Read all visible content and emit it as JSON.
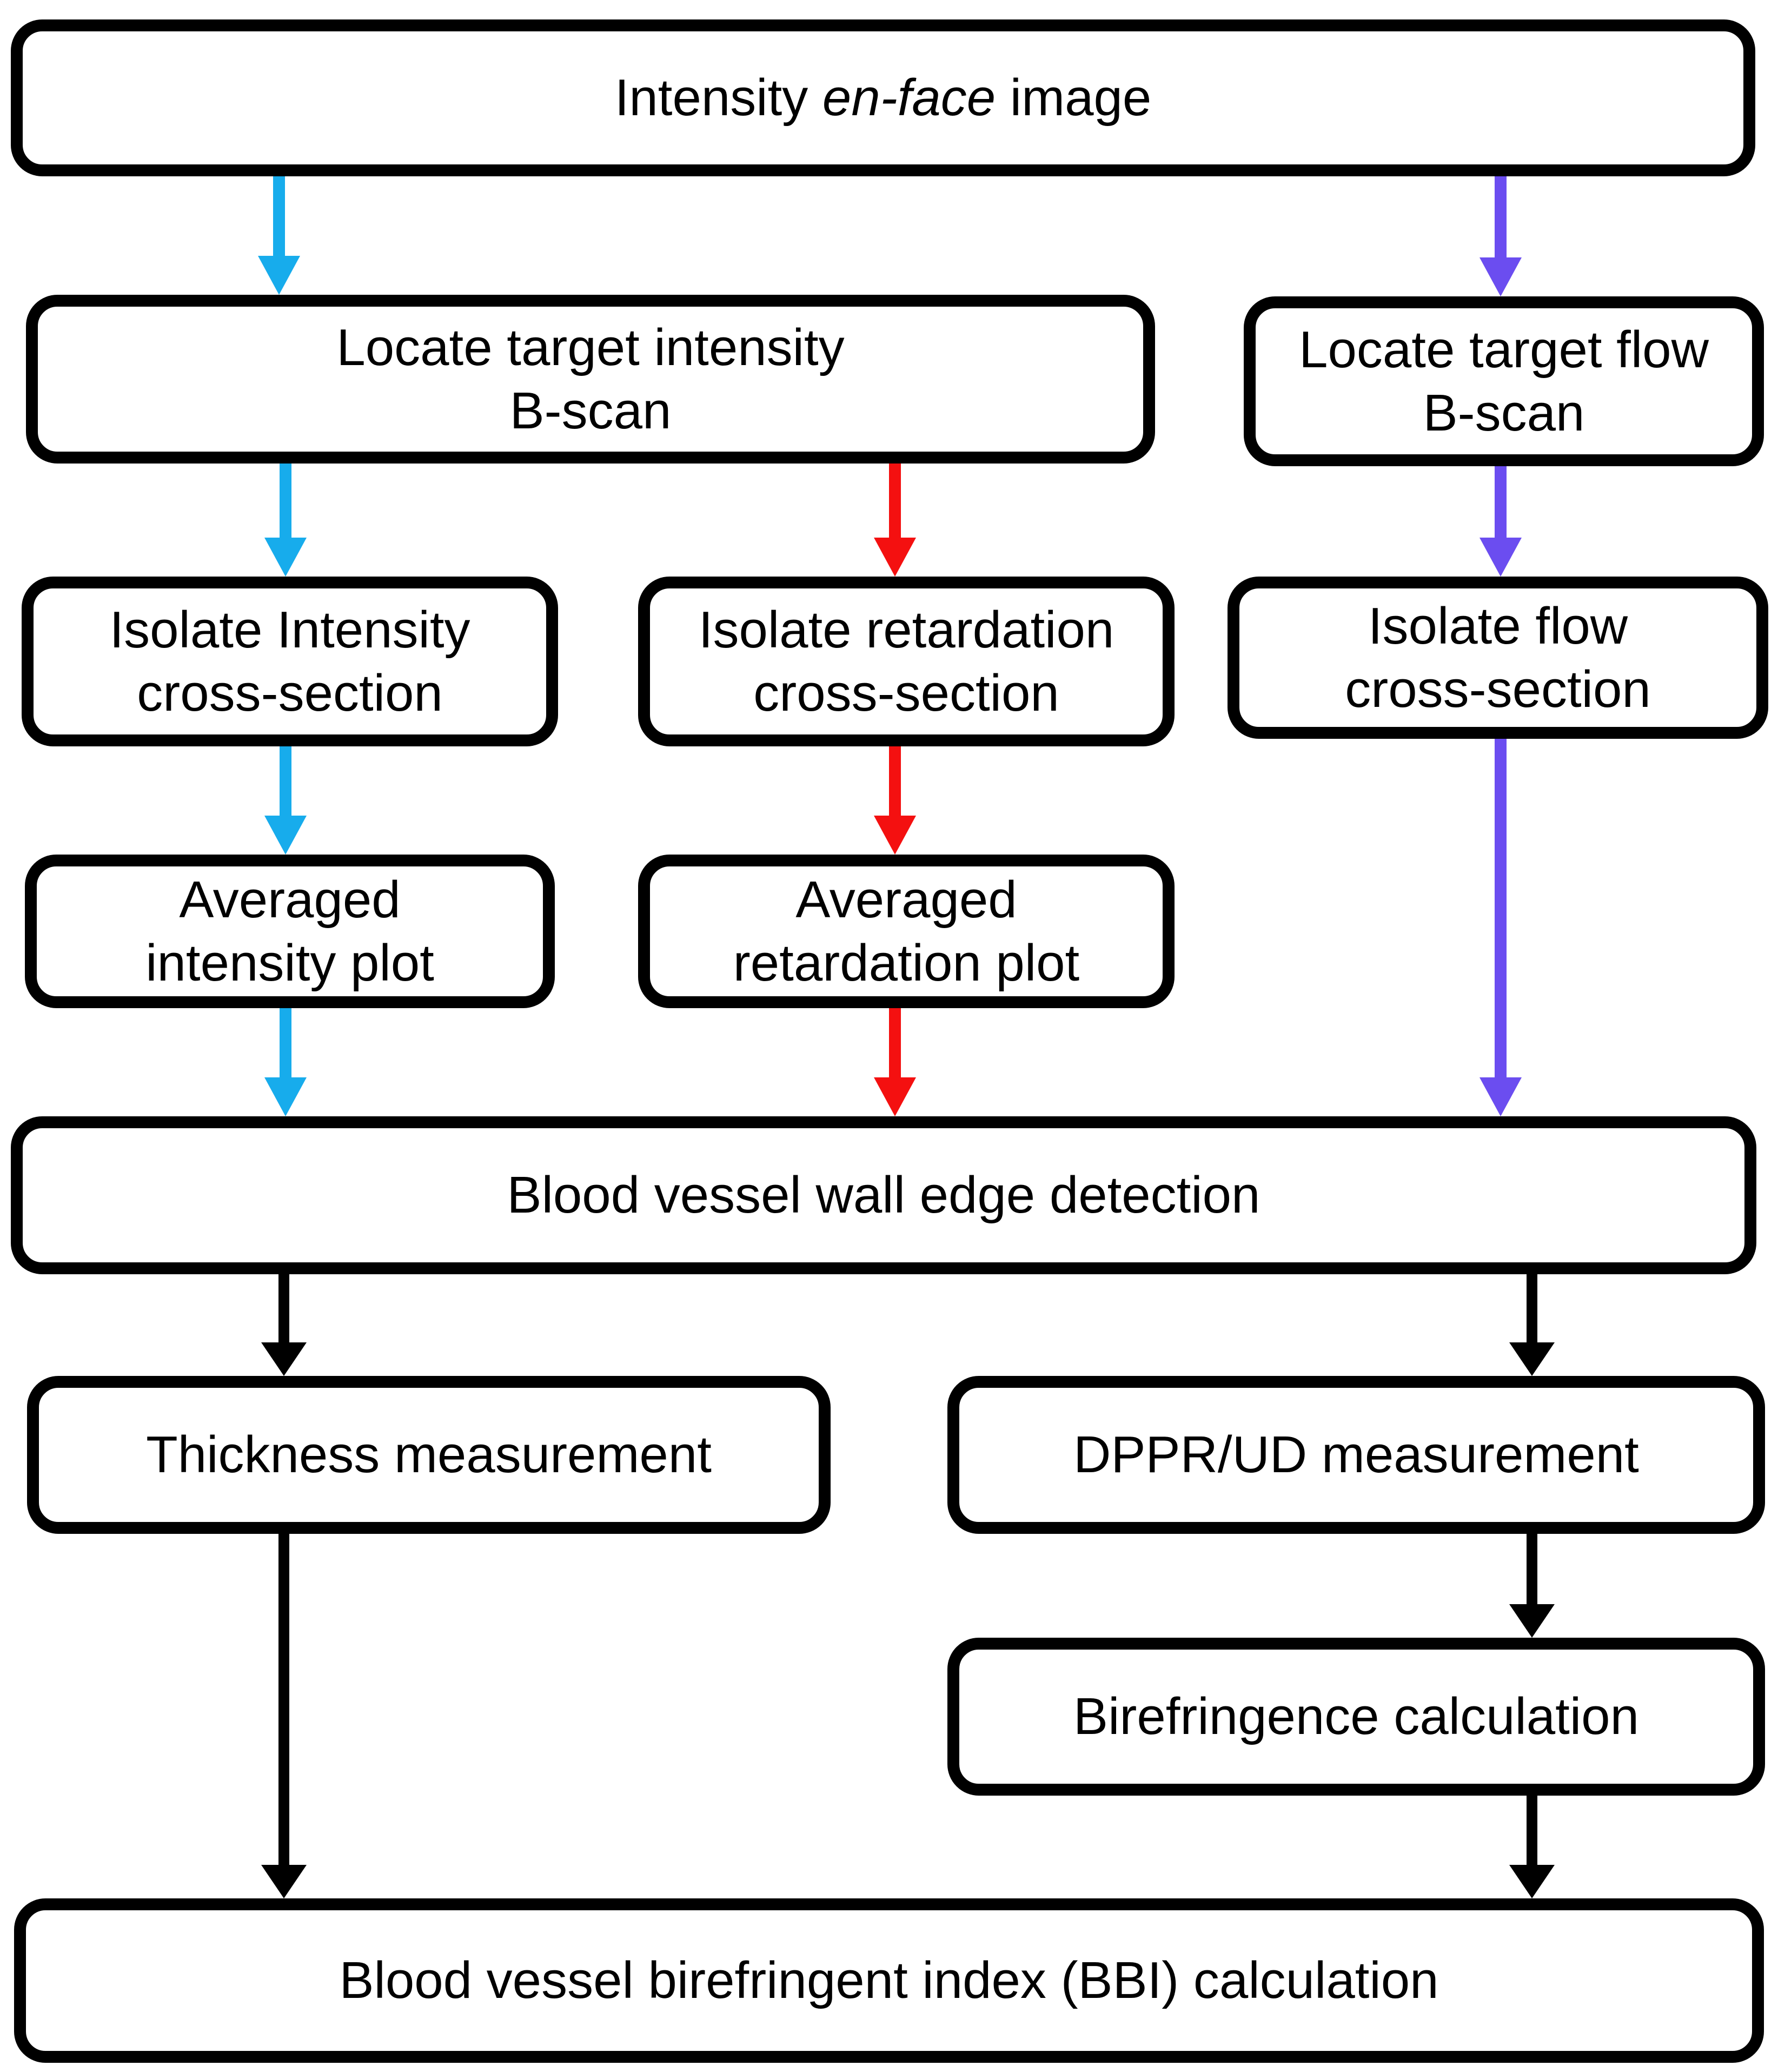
{
  "colors": {
    "background": "#FFFFFF",
    "node_fill": "#FFFFFF",
    "node_border": "#000000",
    "text": "#000000",
    "cyan": "#17ACEC",
    "red": "#F41010",
    "purple": "#6B4DF0",
    "black": "#000000"
  },
  "nodes": {
    "intensity_enface": {
      "prefix": "Intensity ",
      "italic": "en-face",
      "suffix": " image"
    },
    "locate_intensity": {
      "label": "Locate target intensity\nB-scan"
    },
    "locate_flow": {
      "label": "Locate target flow\nB-scan"
    },
    "isolate_intensity": {
      "label": "Isolate Intensity\ncross-section"
    },
    "isolate_retardation": {
      "label": "Isolate retardation\ncross-section"
    },
    "isolate_flow": {
      "label": "Isolate flow\ncross-section"
    },
    "avg_intensity": {
      "label": "Averaged\nintensity plot"
    },
    "avg_retardation": {
      "label": "Averaged\nretardation plot"
    },
    "edge_detection": {
      "label": "Blood vessel wall edge detection"
    },
    "thickness": {
      "label": "Thickness measurement"
    },
    "dppr": {
      "label": "DPPR/UD measurement"
    },
    "birefringence": {
      "label": "Birefringence calculation"
    },
    "bbi": {
      "label": "Blood vessel birefringent index (BBI) calculation"
    }
  }
}
